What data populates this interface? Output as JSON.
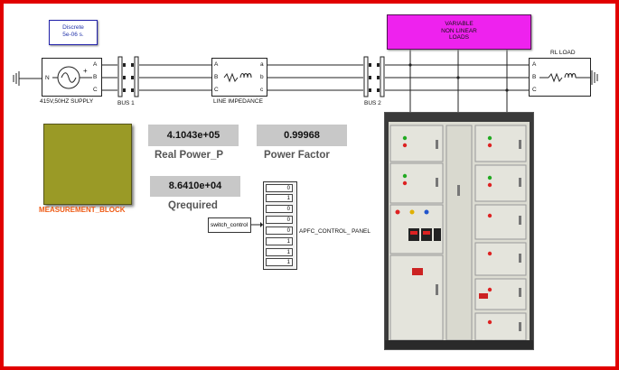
{
  "solver": {
    "line1": "Discrete",
    "line2": "5e-06 s."
  },
  "source": {
    "label": "415V,50HZ SUPPLY",
    "port_n": "N",
    "port_plus": "+"
  },
  "bus1": {
    "label": "BUS 1"
  },
  "bus2": {
    "label": "BUS 2"
  },
  "line_impedance": {
    "label": "LINE IMPEDANCE",
    "in_ports": [
      "A",
      "B",
      "C"
    ],
    "out_ports": [
      "a",
      "b",
      "c"
    ]
  },
  "rl_load": {
    "label": "RL LOAD",
    "ports": [
      "A",
      "B",
      "C"
    ]
  },
  "nonlinear_loads": {
    "line1": "VARIABLE",
    "line2": "NON LINEAR",
    "line3": "LOADS"
  },
  "phase_ports": [
    "A",
    "B",
    "C"
  ],
  "displays": {
    "real_power": {
      "value": "4.1043e+05",
      "caption": "Real Power_P"
    },
    "power_factor": {
      "value": "0.99968",
      "caption": "Power Factor"
    },
    "q_required": {
      "value": "8.6410e+04",
      "caption": "Qrequired"
    }
  },
  "measurement_block": {
    "label": "MEASUREMENT_BLOCK",
    "color": "#9a9a26"
  },
  "switch_control": {
    "label": "switch_control"
  },
  "apfc_panel": {
    "label": "APFC_CONTROL_ PANEL",
    "values": [
      "0",
      "1",
      "0",
      "0",
      "0",
      "1",
      "1",
      "1"
    ]
  },
  "colors": {
    "frame": "#e10000",
    "loads_block": "#ee22ee",
    "caption_orange": "#ee5a14"
  }
}
